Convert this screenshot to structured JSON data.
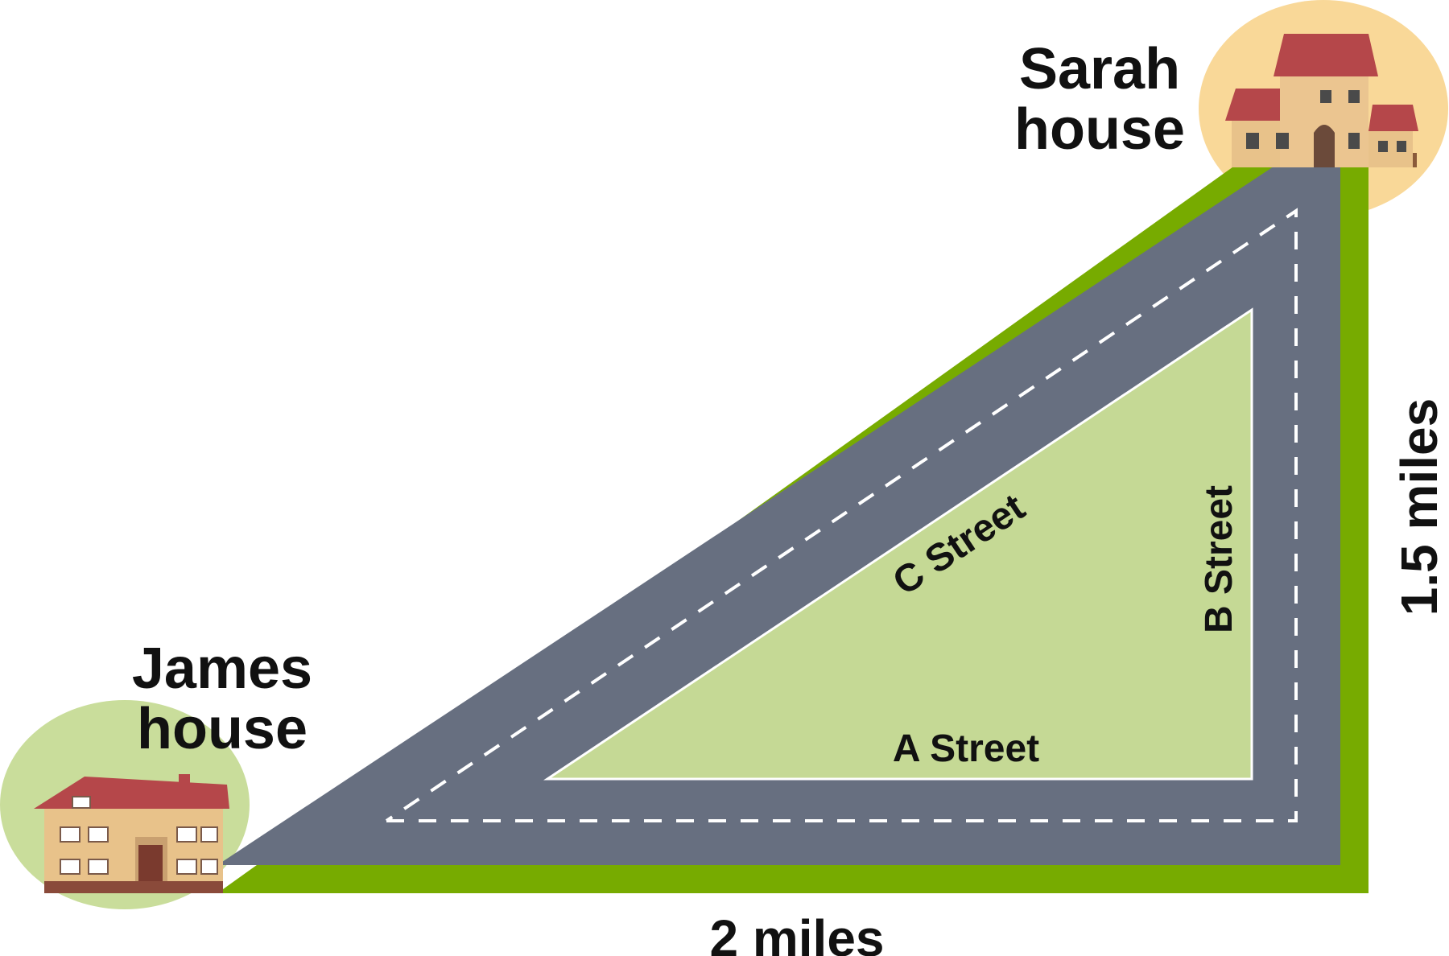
{
  "labels": {
    "sarah_house_line1": "Sarah",
    "sarah_house_line2": "house",
    "james_house_line1": "James",
    "james_house_line2": "house",
    "a_street": "A Street",
    "b_street": "B Street",
    "c_street": "C Street",
    "bottom_distance": "2 miles",
    "right_distance": "1.5 miles"
  },
  "colors": {
    "grass_border": "#77ab00",
    "road": "#676f80",
    "inner_grass": "#c5d995",
    "lane_marking": "#ffffff",
    "house_wall": "#e8c28a",
    "roof": "#b5474a",
    "sarah_circle": "#f9d898",
    "james_circle": "#c9dd9b"
  },
  "icons": [
    "sarah-house-icon",
    "james-house-icon"
  ]
}
